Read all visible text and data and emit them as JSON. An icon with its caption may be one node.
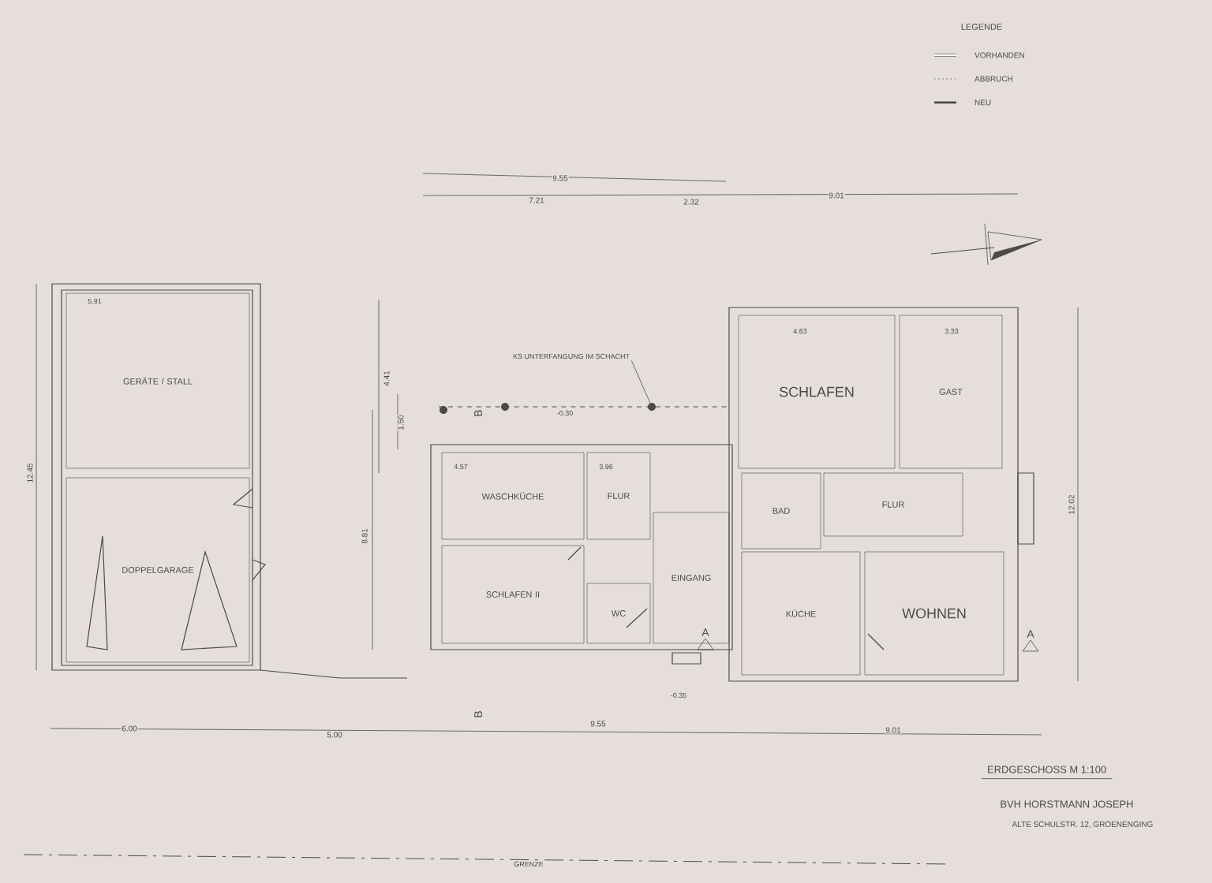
{
  "diagram": {
    "title": "ERDGESCHOSS M 1:100",
    "nodes": [
      {
        "text": [
          "GERÄTE / STALL"
        ]
      },
      {
        "text": [
          "DOPPELGARAGE"
        ]
      },
      {
        "text": [
          "WASCHKÜCHE"
        ]
      },
      {
        "text": [
          "FLUR"
        ]
      },
      {
        "text": [
          "SCHLAFEN II"
        ]
      },
      {
        "text": [
          "WC"
        ]
      },
      {
        "text": [
          "EINGANG"
        ]
      },
      {
        "text": [
          "SCHLAFEN"
        ]
      },
      {
        "text": [
          "GAST"
        ]
      },
      {
        "text": [
          "BAD"
        ]
      },
      {
        "text": [
          "FLUR"
        ]
      },
      {
        "text": [
          "KÜCHE"
        ]
      },
      {
        "text": [
          "WOHNEN"
        ]
      },
      {
        "text": [
          "KS UNTERFANGUNG IM SCHACHT"
        ]
      },
      {
        "text": [],
        "shape": "circle"
      }
    ],
    "edges": [
      {
        "from": 13,
        "to": 14,
        "arrow": "none"
      }
    ],
    "labels": [
      "LEGENDE",
      "9.55",
      "7.21",
      "2.32",
      "9.01",
      "4.41",
      "1.50",
      "8.81",
      "12.45",
      "12.02",
      "6.00",
      "5.00",
      "9.55",
      "9.01",
      "BVH HORSTMANN JOSEPH",
      "ALTE SCHULSTR. 12, GROENENGING",
      "GRENZE",
      "A",
      "A",
      "B",
      "B",
      "5.91",
      "4.57",
      "3.96",
      "4.63",
      "3.33",
      "-0.30",
      "-0.35"
    ],
    "legend": [
      {
        "text": "VORHANDEN"
      },
      {
        "text": "ABBRUCH"
      },
      {
        "text": "NEU"
      }
    ]
  }
}
